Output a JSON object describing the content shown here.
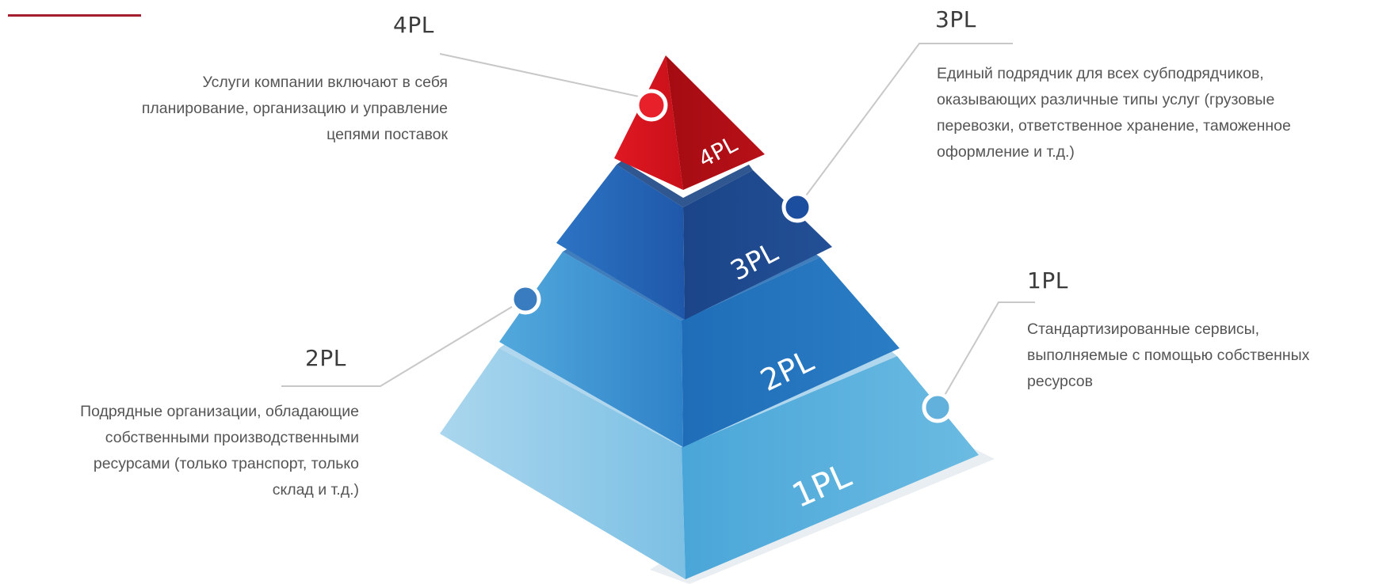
{
  "levels": {
    "l4": {
      "heading": "4PL",
      "badge": "4PL",
      "description_lines": [
        "Услуги компании  включают в себя",
        "планирование,  организацию  и управление",
        "цепями поставок"
      ],
      "color": "#c0141c"
    },
    "l3": {
      "heading": "3PL",
      "badge": "3PL",
      "description_lines": [
        "Единый  подрядчик для всех субподрядчиков,",
        "оказывающих  различные  типы  услуг (грузовые",
        "перевозки, ответственное хранение,  таможенное",
        "оформление  и т.д.)"
      ],
      "color": "#1c4ea0"
    },
    "l2": {
      "heading": "2PL",
      "badge": "2PL",
      "description_lines": [
        "Подрядные организации, обладающие",
        "собственными производственными",
        "ресурсами (только транспорт, только",
        "склад и т.д.)"
      ],
      "color": "#2f78c4"
    },
    "l1": {
      "heading": "1PL",
      "badge": "1PL",
      "description_lines": [
        "Стандартизированные  сервисы,",
        "выполняемые  с помощью собственных",
        "ресурсов"
      ],
      "color": "#5bb0dc"
    }
  }
}
